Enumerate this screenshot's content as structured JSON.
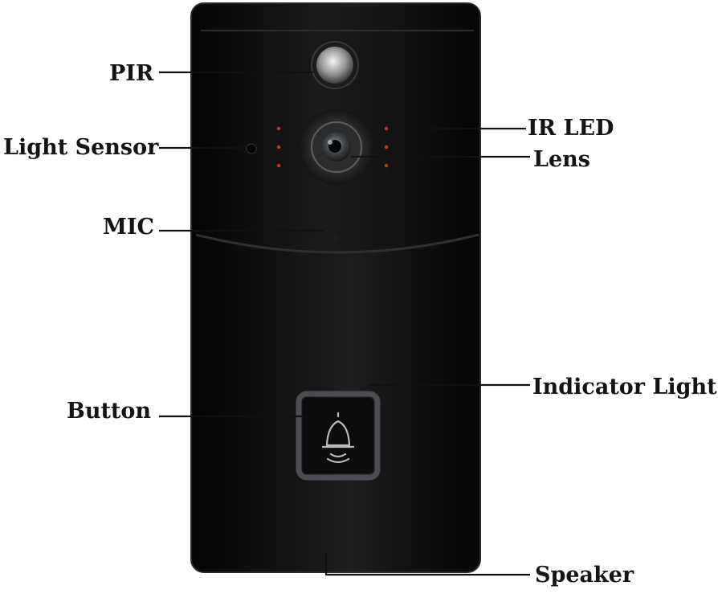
{
  "labels": {
    "pir": "PIR",
    "light_sensor": "Light Sensor",
    "mic": "MIC",
    "button": "Button",
    "ir_led": "IR LED",
    "lens": "Lens",
    "indicator_light": "Indicator Light",
    "speaker": "Speaker"
  },
  "colors": {
    "body": "#0a0a0a",
    "ir_led_dots": "#c0392b",
    "leader_lines": "#111111",
    "button_frame": "#4a4e52"
  },
  "icons": {
    "button": "bell-icon"
  }
}
